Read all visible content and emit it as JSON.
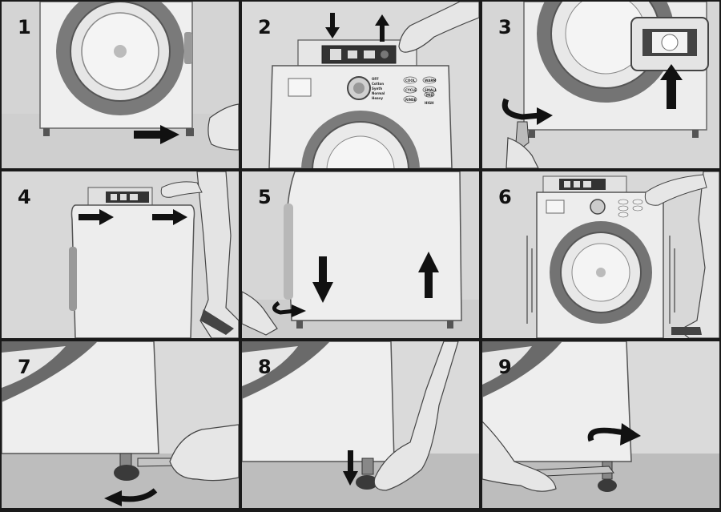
{
  "panels": [
    {
      "number": "1"
    },
    {
      "number": "2",
      "controls": [
        "OFF",
        "Cotton",
        "Synth",
        "Normal",
        "Heavy",
        "COOL",
        "WARM",
        "CYCLE",
        "SMALL",
        "RINSE",
        "MID",
        "HIGH"
      ]
    },
    {
      "number": "3"
    },
    {
      "number": "4"
    },
    {
      "number": "5"
    },
    {
      "number": "6"
    },
    {
      "number": "7"
    },
    {
      "number": "8"
    },
    {
      "number": "9"
    }
  ],
  "colors": {
    "background": "#d8d8d8",
    "machine": "#efefef",
    "outline": "#555555",
    "arrow": "#111111",
    "door_ring": "#6a6a6a",
    "foot": "#3a3a3a"
  }
}
